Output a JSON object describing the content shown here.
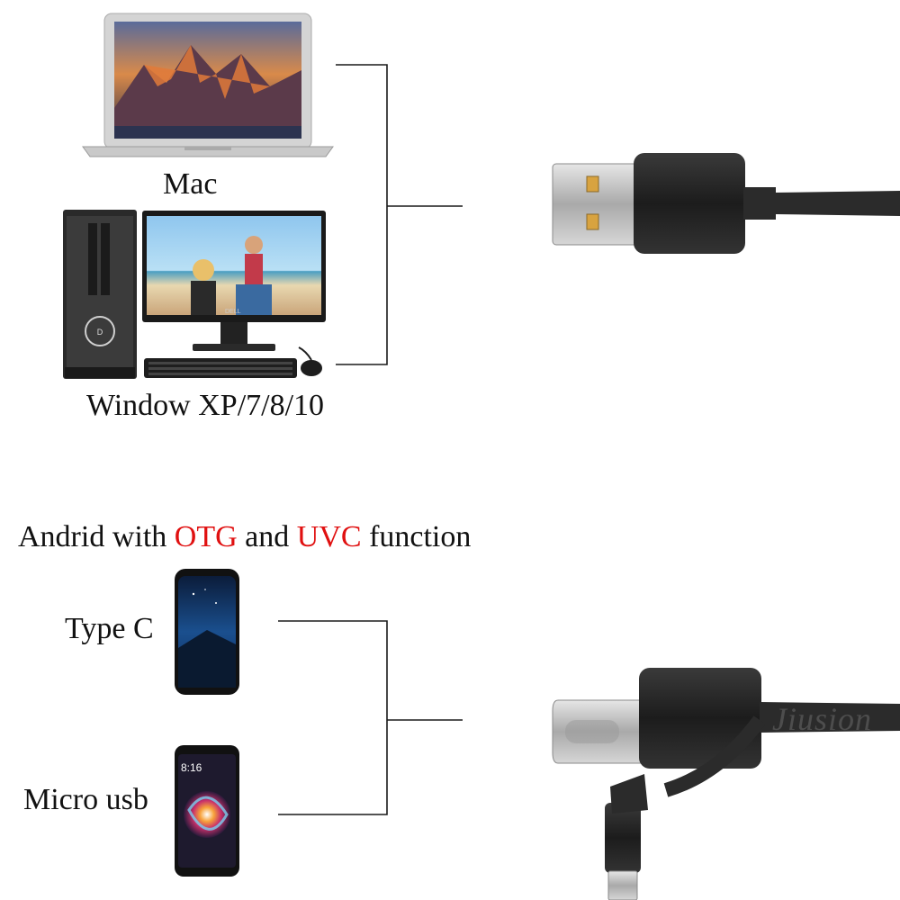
{
  "colors": {
    "text": "#111111",
    "highlight": "#e01010",
    "connector": "#1a1a1a",
    "cable": "#2b2b2b"
  },
  "devices": {
    "mac_label": "Mac",
    "windows_label": "Window XP/7/8/10"
  },
  "android": {
    "heading_prefix": "Andrid with ",
    "otg": "OTG",
    "and": " and ",
    "uvc": "UVC",
    "heading_suffix": " function",
    "type_c_label": "Type C",
    "micro_usb_label": "Micro usb"
  },
  "phone_clock": {
    "time": "8:16"
  },
  "monitor_brand": "DELL",
  "watermark": "Jiusion",
  "icons": [
    "laptop-icon",
    "desktop-pc-icon",
    "phone-icon",
    "usb-a-plug-icon",
    "usb-c-plug-icon",
    "micro-usb-plug-icon"
  ]
}
